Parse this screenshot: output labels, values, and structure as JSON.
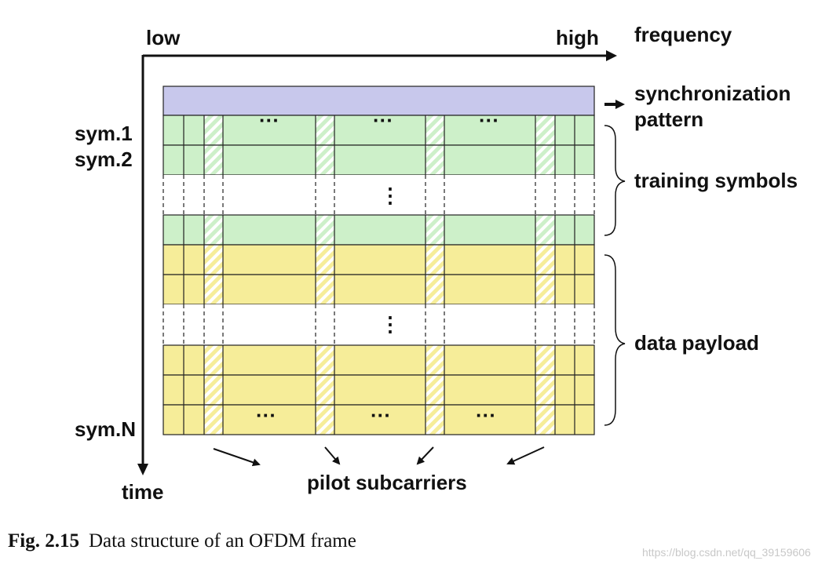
{
  "axes": {
    "low": "low",
    "high": "high",
    "frequency": "frequency",
    "time": "time"
  },
  "rows": {
    "sym1": "sym.1",
    "sym2": "sym.2",
    "symN": "sym.N"
  },
  "labels": {
    "sync_line1": "synchronization",
    "sync_line2": "pattern",
    "training": "training symbols",
    "payload": "data payload",
    "pilots": "pilot subcarriers",
    "ellipsis_h": "···",
    "ellipsis_v": "⋮"
  },
  "caption": {
    "fig_number": "Fig. 2.15",
    "text": "Data structure of an OFDM frame"
  },
  "watermark": "https://blog.csdn.net/qq_39159606",
  "colors": {
    "sync": "#c8c8ec",
    "training": "#cdf0c9",
    "payload": "#f6ed99",
    "grid": "#222222"
  }
}
